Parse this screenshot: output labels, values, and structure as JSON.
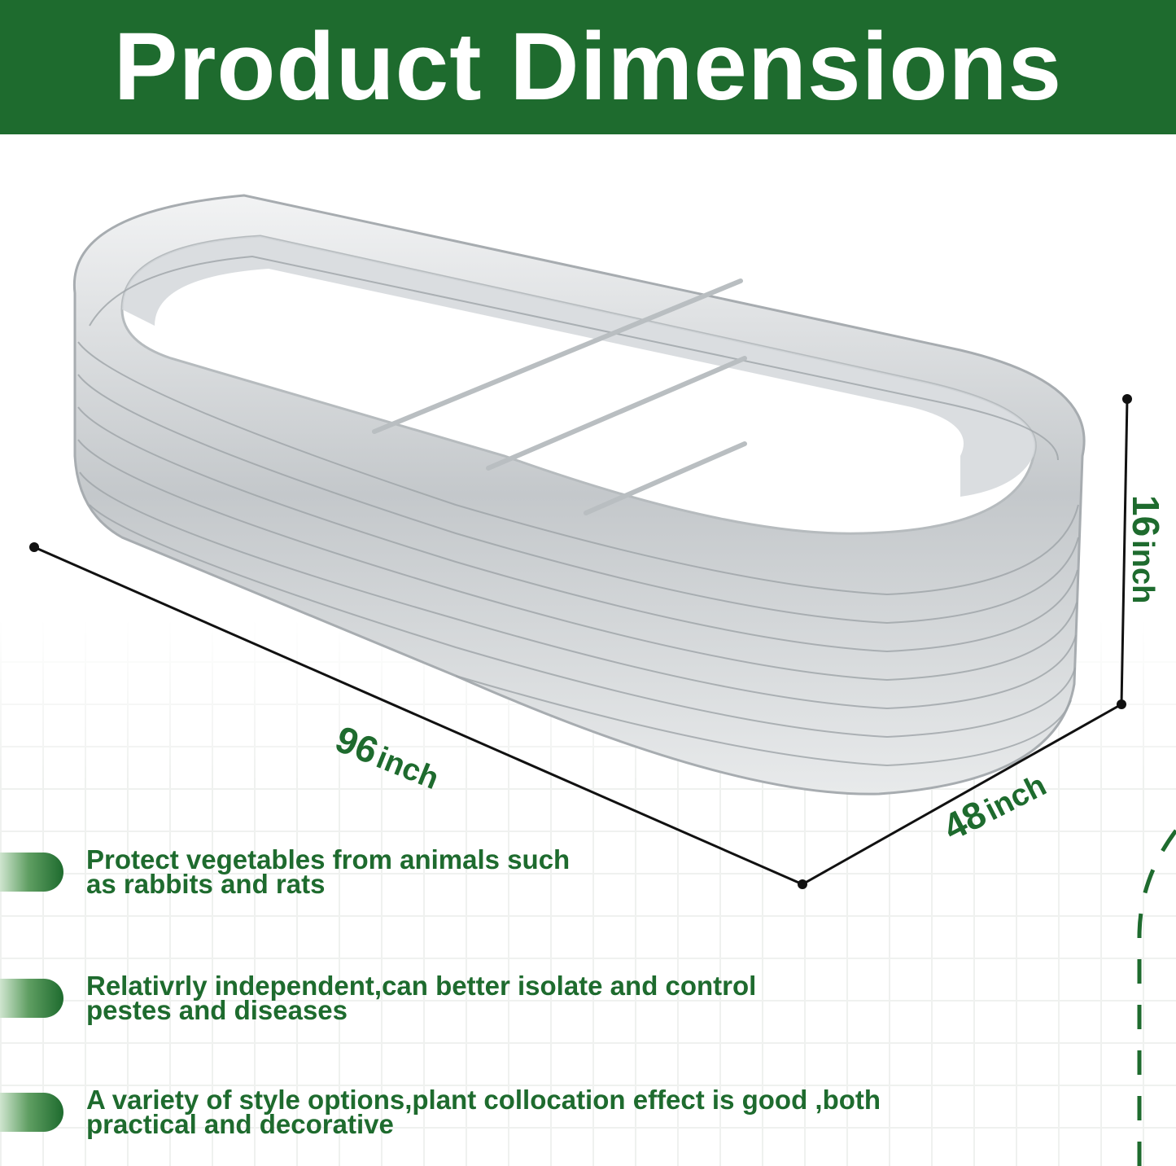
{
  "header": {
    "title": "Product Dimensions"
  },
  "dimensions": {
    "length": {
      "value": "96",
      "unit": "inch"
    },
    "width": {
      "value": "48",
      "unit": "inch"
    },
    "height": {
      "value": "16",
      "unit": "inch"
    }
  },
  "features": [
    {
      "line1": "Protect vegetables from animals such",
      "line2": "as rabbits and rats"
    },
    {
      "line1": "Relativrly independent,can better isolate and control",
      "line2": "pestes and diseases"
    },
    {
      "line1": "A variety of style options,plant collocation effect  is good ,both",
      "line2": "practical and decorative"
    }
  ],
  "colors": {
    "brand_green": "#1e6b2e",
    "metal": "#c9cdd0"
  }
}
